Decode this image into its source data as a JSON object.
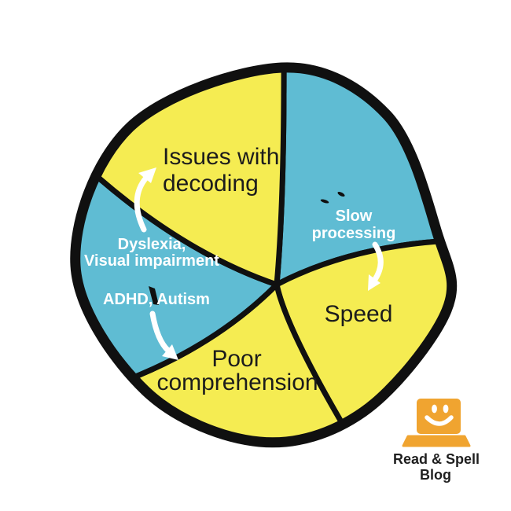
{
  "colors": {
    "background": "#ffffff",
    "yellow": "#F5EC52",
    "blue": "#5FBCD3",
    "outline": "#101010",
    "arrow_white": "#ffffff",
    "label_dark": "#1c1c1c",
    "label_light": "#ffffff",
    "logo_orange": "#F0A430",
    "logo_text": "#1f1f1f"
  },
  "chart_data": {
    "type": "pie",
    "style": "hand-drawn marker sketch, thick black outline",
    "legend_position": "none",
    "segments": [
      {
        "name": "issues-with-decoding",
        "label": "Issues with decoding",
        "color": "#F5EC52",
        "label_color": "#1c1c1c",
        "approx_degrees": 68
      },
      {
        "name": "slow-processing",
        "label": "Slow processing",
        "color": "#5FBCD3",
        "label_color": "#ffffff",
        "approx_degrees": 79
      },
      {
        "name": "speed",
        "label": "Speed",
        "color": "#F5EC52",
        "label_color": "#1c1c1c",
        "approx_degrees": 68
      },
      {
        "name": "poor-comprehension",
        "label": "Poor comprehension",
        "color": "#F5EC52",
        "label_color": "#1c1c1c",
        "approx_degrees": 77
      },
      {
        "name": "causes-blue-segment",
        "label": "Dyslexia, Visual impairment / ADHD, Autism",
        "color": "#5FBCD3",
        "label_color": "#ffffff",
        "approx_degrees": 68
      }
    ],
    "annotations": [
      {
        "type": "arrow",
        "from": "Dyslexia, Visual impairment",
        "to": "Issues with decoding"
      },
      {
        "type": "arrow",
        "from": "Slow processing",
        "to": "Speed"
      },
      {
        "type": "arrow",
        "from": "ADHD, Autism",
        "to": "Poor comprehension"
      }
    ]
  },
  "labels": {
    "issues": [
      "Issues with",
      "decoding"
    ],
    "slow": [
      "Slow",
      "processing"
    ],
    "speed": "Speed",
    "poor": [
      "Poor",
      "comprehension"
    ],
    "dyslexia": [
      "Dyslexia,",
      "Visual impairment"
    ],
    "adhd": "ADHD, Autism"
  },
  "logo": {
    "icon": "smiling-laptop-icon",
    "line1": "Read & Spell",
    "line2": "Blog"
  }
}
